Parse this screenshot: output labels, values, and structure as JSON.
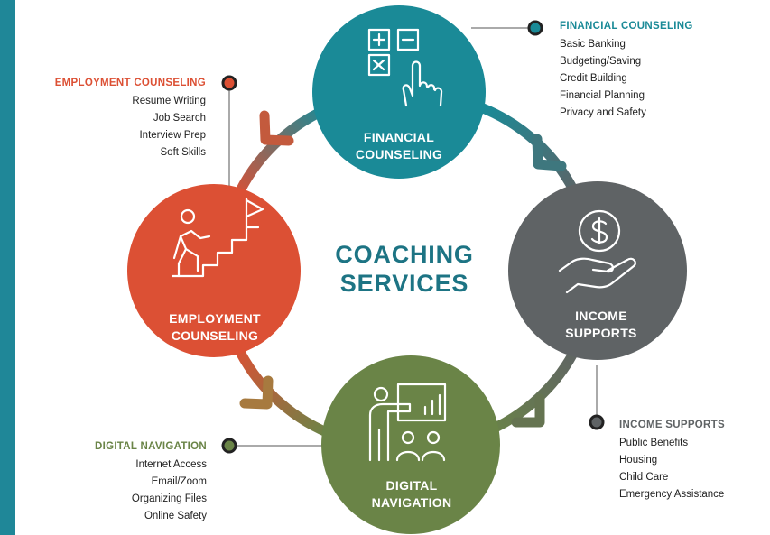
{
  "center": {
    "line1": "COACHING",
    "line2": "SERVICES"
  },
  "nodes": {
    "financial": {
      "line1": "FINANCIAL",
      "line2": "COUNSELING",
      "color": "#1a8a97",
      "icon": "calculator-touch-icon"
    },
    "income": {
      "line1": "INCOME",
      "line2": "SUPPORTS",
      "color": "#5f6365",
      "icon": "money-hand-icon"
    },
    "digital": {
      "line1": "DIGITAL",
      "line2": "NAVIGATION",
      "color": "#6a8447",
      "icon": "presenter-board-icon"
    },
    "employment": {
      "line1": "EMPLOYMENT",
      "line2": "COUNSELING",
      "color": "#dc5034",
      "icon": "stairs-flag-icon"
    }
  },
  "callouts": {
    "financial": {
      "heading": "FINANCIAL COUNSELING",
      "items": [
        "Basic Banking",
        "Budgeting/Saving",
        "Credit Building",
        "Financial Planning",
        "Privacy and Safety"
      ]
    },
    "employment": {
      "heading": "EMPLOYMENT COUNSELING",
      "items": [
        "Resume Writing",
        "Job Search",
        "Interview Prep",
        "Soft Skills"
      ]
    },
    "income": {
      "heading": "INCOME SUPPORTS",
      "items": [
        "Public Benefits",
        "Housing",
        "Child Care",
        "Emergency Assistance"
      ]
    },
    "digital": {
      "heading": "DIGITAL NAVIGATION",
      "items": [
        "Internet Access",
        "Email/Zoom",
        "Organizing Files",
        "Online Safety"
      ]
    }
  },
  "colors": {
    "accent_bar": "#1f8798",
    "title": "#1d7484"
  }
}
